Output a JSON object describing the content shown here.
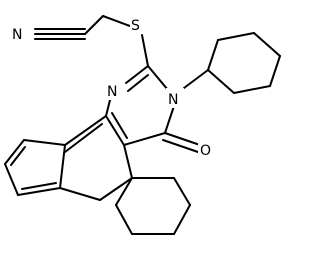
{
  "molecule": {
    "atoms": [
      {
        "id": "n-nitrile",
        "symbol": "N"
      },
      {
        "id": "s-thio",
        "symbol": "S"
      },
      {
        "id": "n1-ring",
        "symbol": "N"
      },
      {
        "id": "n3-ring",
        "symbol": "N"
      },
      {
        "id": "o-carbonyl",
        "symbol": "O"
      }
    ]
  }
}
